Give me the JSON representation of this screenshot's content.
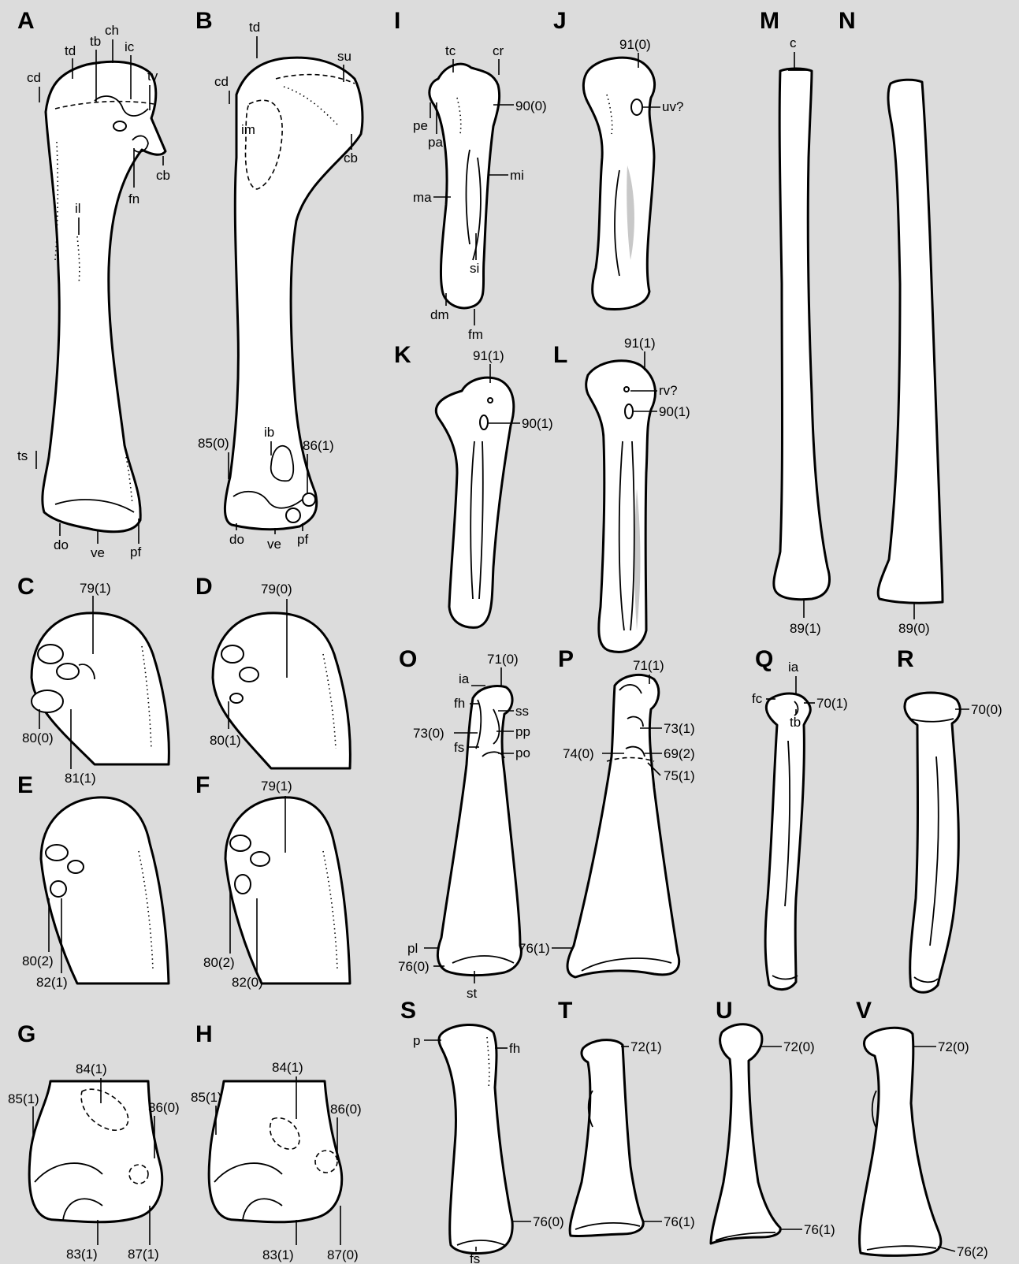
{
  "panels": [
    "A",
    "B",
    "C",
    "D",
    "E",
    "F",
    "G",
    "H",
    "I",
    "J",
    "K",
    "L",
    "M",
    "N",
    "O",
    "P",
    "Q",
    "R",
    "S",
    "T",
    "U",
    "V"
  ],
  "labels": {
    "A": [
      "td",
      "ch",
      "tb",
      "ic",
      "cd",
      "tv",
      "fn",
      "cb",
      "il",
      "ts",
      "do",
      "ve",
      "pf"
    ],
    "B": [
      "td",
      "su",
      "cd",
      "im",
      "cb",
      "ib",
      "85(0)",
      "86(1)",
      "do",
      "ve",
      "pf"
    ],
    "C": [
      "79(1)",
      "80(0)",
      "81(1)"
    ],
    "D": [
      "79(0)",
      "80(1)"
    ],
    "E": [
      "80(2)",
      "82(1)"
    ],
    "F": [
      "79(1)",
      "80(2)",
      "82(0)"
    ],
    "G": [
      "84(1)",
      "85(1)",
      "86(0)",
      "83(1)",
      "87(1)"
    ],
    "H": [
      "84(1)",
      "85(1)",
      "86(0)",
      "83(1)",
      "87(0)"
    ],
    "I": [
      "tc",
      "cr",
      "90(0)",
      "pe",
      "pa",
      "mi",
      "ma",
      "si",
      "dm",
      "fm"
    ],
    "J": [
      "91(0)",
      "uv?"
    ],
    "K": [
      "91(1)",
      "90(1)"
    ],
    "L": [
      "91(1)",
      "rv?",
      "90(1)"
    ],
    "M": [
      "c",
      "89(1)"
    ],
    "N": [
      "89(0)"
    ],
    "O": [
      "71(0)",
      "ia",
      "fh",
      "ss",
      "73(0)",
      "pp",
      "fs",
      "po",
      "pl",
      "76(0)",
      "st"
    ],
    "P": [
      "71(1)",
      "73(1)",
      "74(0)",
      "69(2)",
      "75(1)",
      "76(1)"
    ],
    "Q": [
      "ia",
      "fc",
      "70(1)",
      "tb"
    ],
    "R": [
      "70(0)"
    ],
    "S": [
      "p",
      "fh",
      "76(0)",
      "fs"
    ],
    "T": [
      "72(1)",
      "76(1)"
    ],
    "U": [
      "72(0)",
      "76(1)"
    ],
    "V": [
      "72(0)",
      "76(2)"
    ]
  }
}
